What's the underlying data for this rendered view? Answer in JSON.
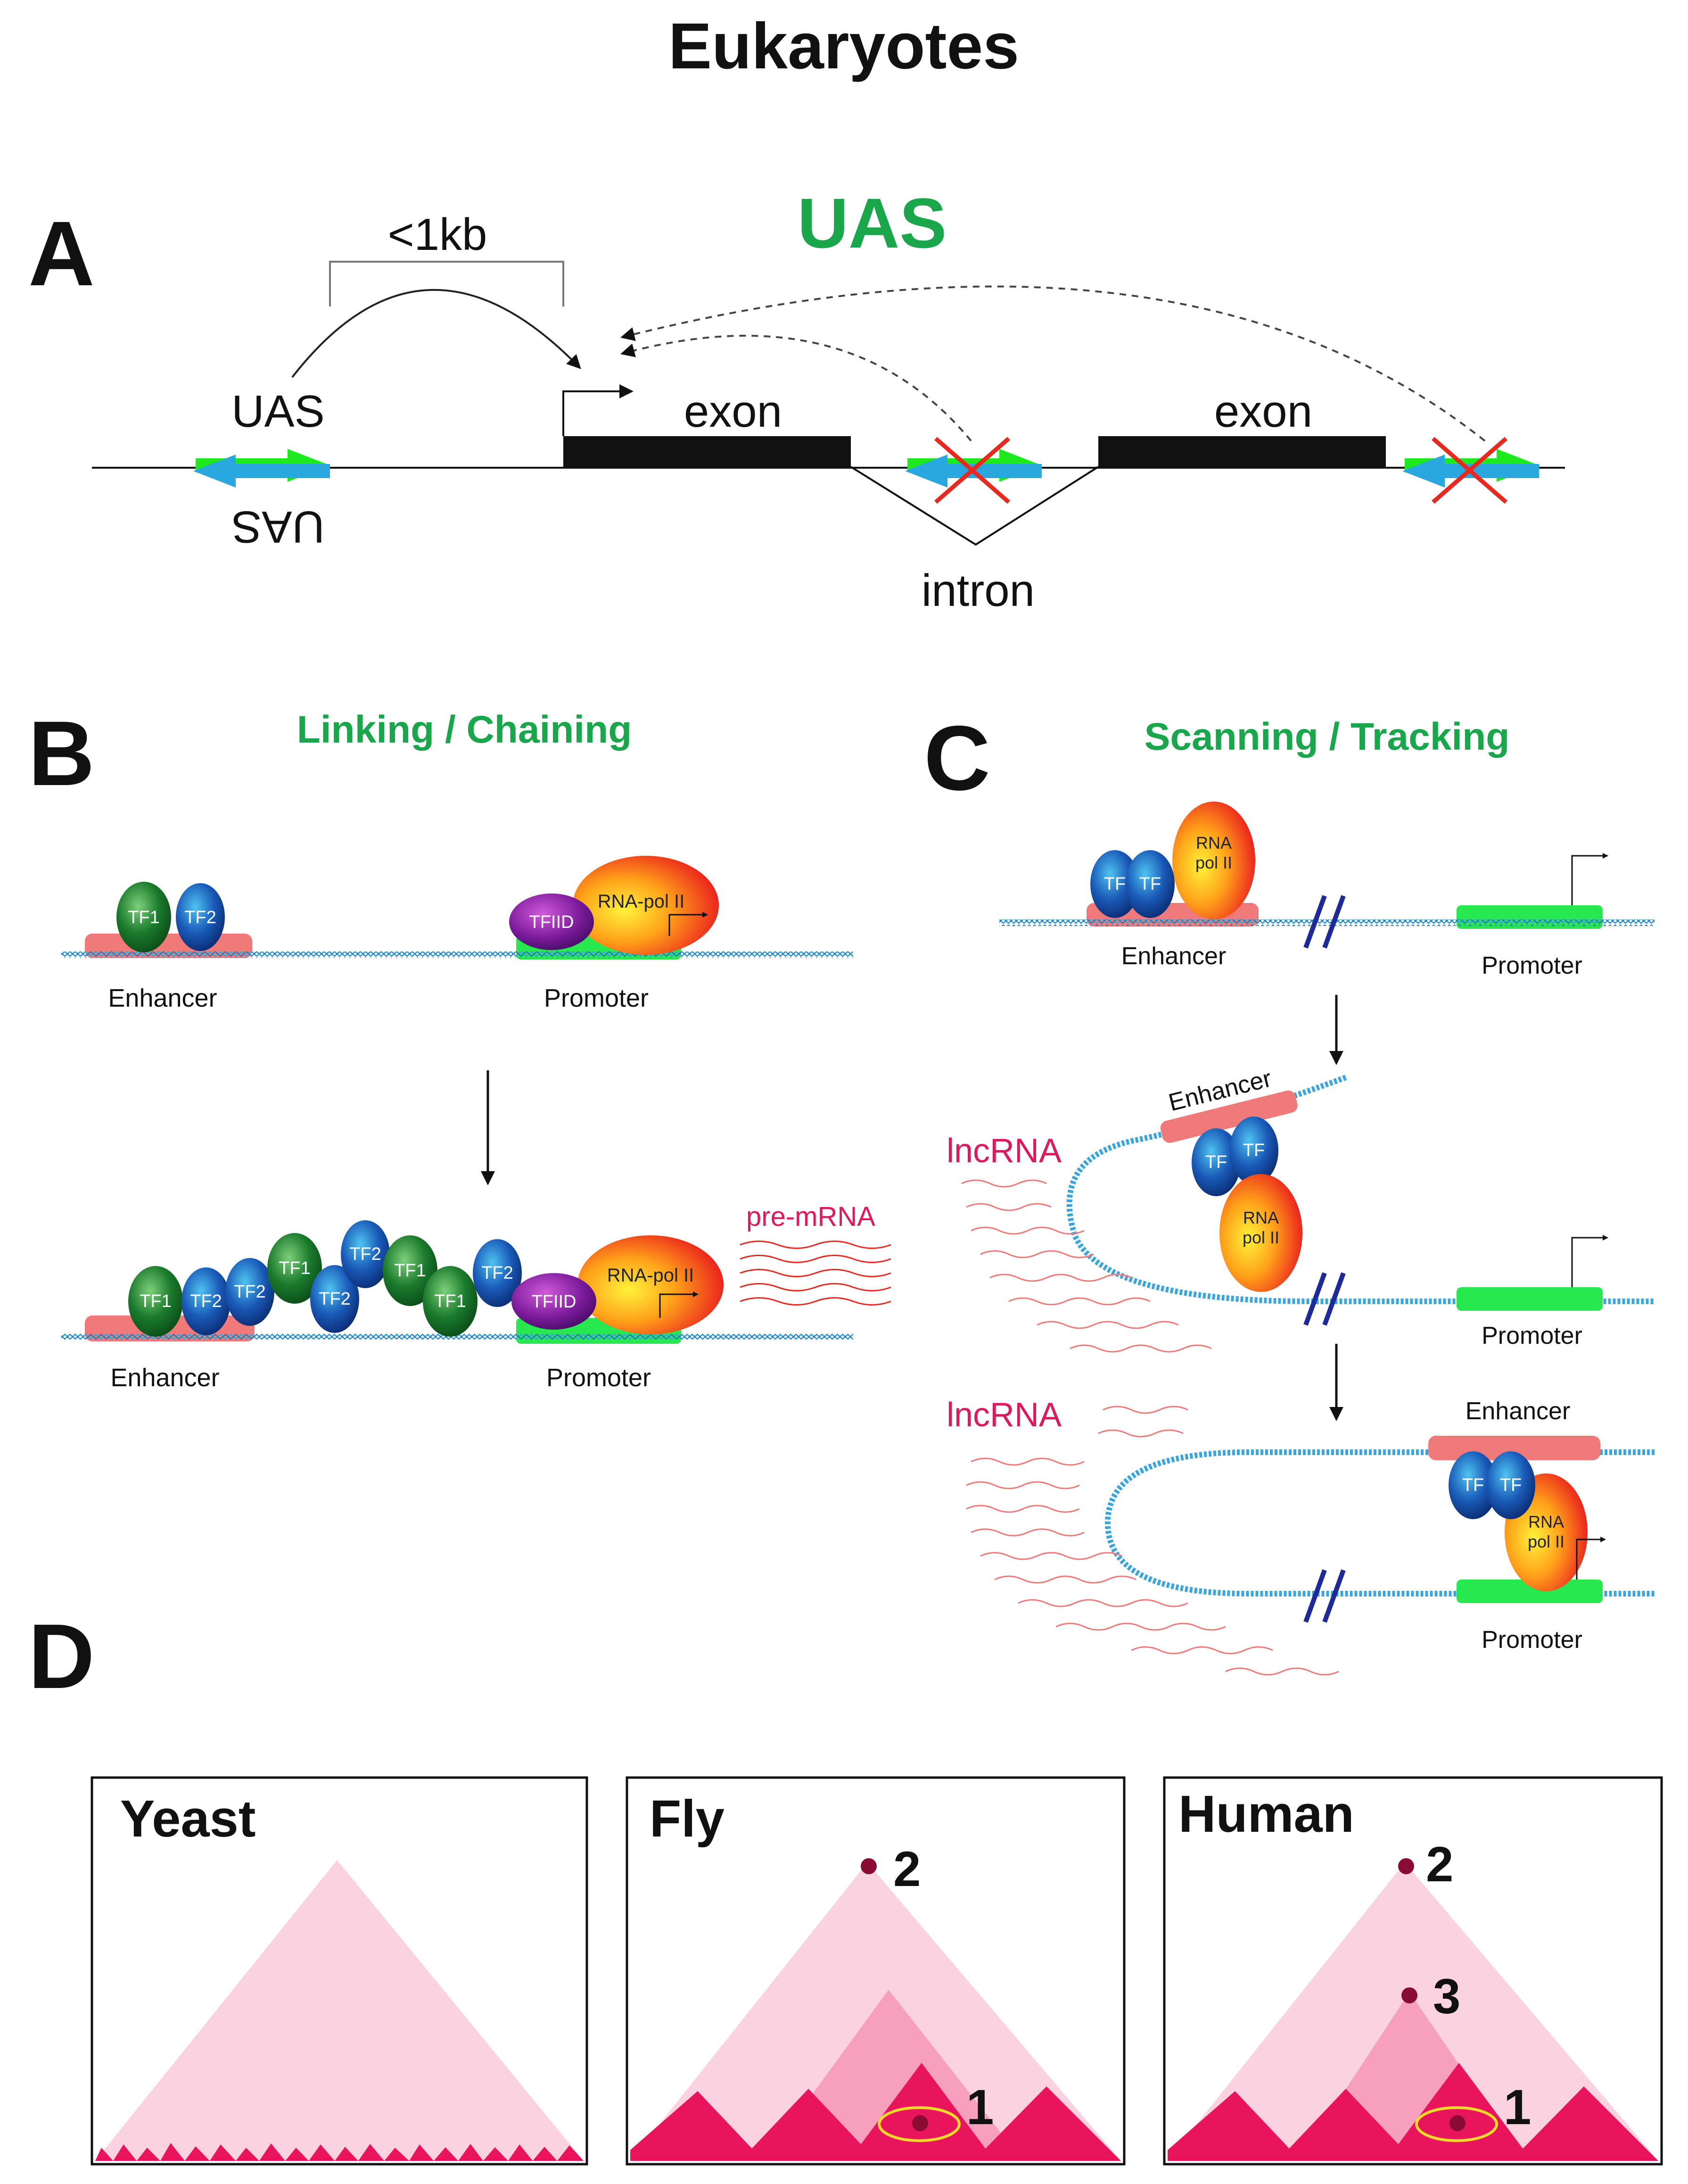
{
  "title": "Eukaryotes",
  "panelA": {
    "letter": "A",
    "heading": "UAS",
    "distance_label": "<1kb",
    "uas_label": "UAS",
    "uas_label_inverted": "UAS",
    "exon1_label": "exon",
    "exon2_label": "exon",
    "intron_label": "intron"
  },
  "panelB": {
    "letter": "B",
    "heading": "Linking / Chaining",
    "enhancer_label_top": "Enhancer",
    "promoter_label_top": "Promoter",
    "enhancer_label_bottom": "Enhancer",
    "promoter_label_bottom": "Promoter",
    "pre_mrna_label": "pre-mRNA",
    "tf1": "TF1",
    "tf2": "TF2",
    "tfiid": "TFIID",
    "rnapol": "RNA-pol II"
  },
  "panelC": {
    "letter": "C",
    "heading": "Scanning / Tracking",
    "enhancer_label_1": "Enhancer",
    "promoter_label_1": "Promoter",
    "enhancer_label_2": "Enhancer",
    "promoter_label_2": "Promoter",
    "enhancer_label_3": "Enhancer",
    "promoter_label_3": "Promoter",
    "lncrna_label_1": "lncRNA",
    "lncrna_label_2": "lncRNA",
    "tf": "TF",
    "rna_line1": "RNA",
    "rna_line2": "pol II"
  },
  "panelD": {
    "letter": "D",
    "boxes": [
      {
        "title": "Yeast"
      },
      {
        "title": "Fly",
        "markers": [
          "2",
          "1"
        ]
      },
      {
        "title": "Human",
        "markers": [
          "2",
          "3",
          "1"
        ]
      }
    ]
  },
  "colors": {
    "green_heading": "#1aa64b",
    "arrow_green": "#1ee81e",
    "arrow_blue": "#29a8e0",
    "enhancer": "#f07a7a",
    "promoter": "#27e84f",
    "dna": "#3aa6dc",
    "pink_light": "#fbd3e0",
    "pink_mid": "#f7a0be",
    "pink_dark": "#e8145c",
    "dot": "#8a0c34",
    "yellow_ring": "#f2d82a",
    "red_x": "#e8291f",
    "lncrna": "#e0195a"
  }
}
